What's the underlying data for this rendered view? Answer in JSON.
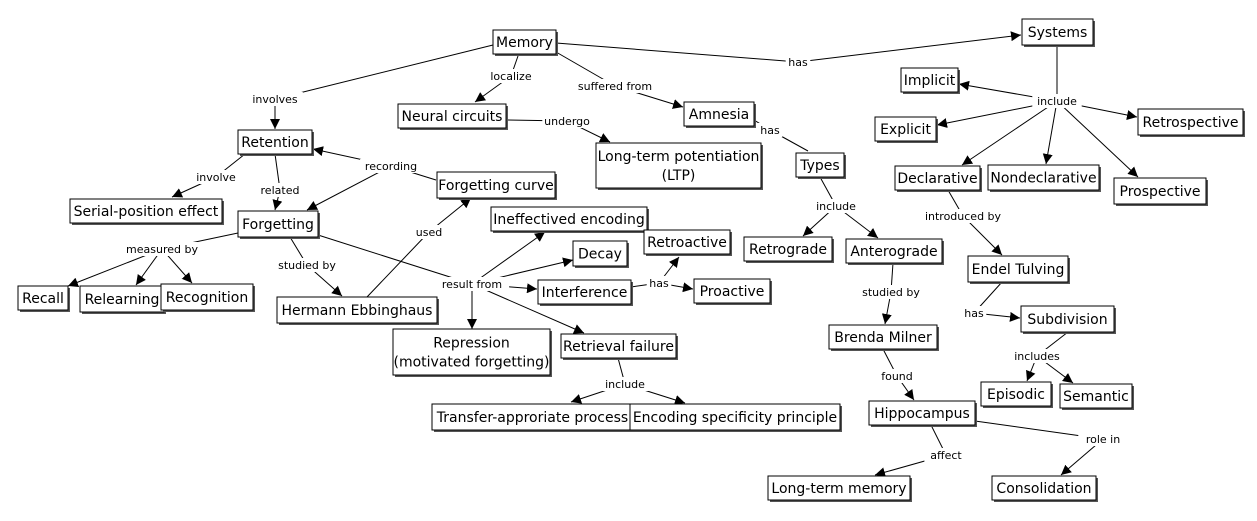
{
  "nodes": [
    {
      "id": "memory",
      "lines": [
        "Memory"
      ]
    },
    {
      "id": "systems",
      "lines": [
        "Systems"
      ]
    },
    {
      "id": "implicit",
      "lines": [
        "Implicit"
      ]
    },
    {
      "id": "explicit",
      "lines": [
        "Explicit"
      ]
    },
    {
      "id": "retrospective",
      "lines": [
        "Retrospective"
      ]
    },
    {
      "id": "declarative",
      "lines": [
        "Declarative"
      ]
    },
    {
      "id": "nondeclarative",
      "lines": [
        "Nondeclarative"
      ]
    },
    {
      "id": "prospective",
      "lines": [
        "Prospective"
      ]
    },
    {
      "id": "endel",
      "lines": [
        "Endel Tulving"
      ]
    },
    {
      "id": "subdivision",
      "lines": [
        "Subdivision"
      ]
    },
    {
      "id": "episodic",
      "lines": [
        "Episodic"
      ]
    },
    {
      "id": "semantic",
      "lines": [
        "Semantic"
      ]
    },
    {
      "id": "neural",
      "lines": [
        "Neural circuits"
      ]
    },
    {
      "id": "ltp",
      "lines": [
        "Long-term potentiation",
        "(LTP)"
      ]
    },
    {
      "id": "amnesia",
      "lines": [
        "Amnesia"
      ]
    },
    {
      "id": "types",
      "lines": [
        "Types"
      ]
    },
    {
      "id": "retrograde",
      "lines": [
        "Retrograde"
      ]
    },
    {
      "id": "anterograde",
      "lines": [
        "Anterograde"
      ]
    },
    {
      "id": "milner",
      "lines": [
        "Brenda Milner"
      ]
    },
    {
      "id": "hippocampus",
      "lines": [
        "Hippocampus"
      ]
    },
    {
      "id": "ltm",
      "lines": [
        "Long-term memory"
      ]
    },
    {
      "id": "consolidation",
      "lines": [
        "Consolidation"
      ]
    },
    {
      "id": "retention",
      "lines": [
        "Retention"
      ]
    },
    {
      "id": "serial",
      "lines": [
        "Serial-position effect"
      ]
    },
    {
      "id": "forgetting",
      "lines": [
        "Forgetting"
      ]
    },
    {
      "id": "curve",
      "lines": [
        "Forgetting curve"
      ]
    },
    {
      "id": "recall",
      "lines": [
        "Recall"
      ]
    },
    {
      "id": "relearning",
      "lines": [
        "Relearning"
      ]
    },
    {
      "id": "recognition",
      "lines": [
        "Recognition"
      ]
    },
    {
      "id": "ebbinghaus",
      "lines": [
        "Hermann Ebbinghaus"
      ]
    },
    {
      "id": "ineff",
      "lines": [
        "Ineffectived encoding"
      ]
    },
    {
      "id": "decay",
      "lines": [
        "Decay"
      ]
    },
    {
      "id": "retroactive",
      "lines": [
        "Retroactive"
      ]
    },
    {
      "id": "interference",
      "lines": [
        "Interference"
      ]
    },
    {
      "id": "proactive",
      "lines": [
        "Proactive"
      ]
    },
    {
      "id": "repression",
      "lines": [
        "Repression",
        "(motivated forgetting)"
      ]
    },
    {
      "id": "retrieval",
      "lines": [
        "Retrieval failure"
      ]
    },
    {
      "id": "transfer",
      "lines": [
        "Transfer-approriate process"
      ]
    },
    {
      "id": "encoding",
      "lines": [
        "Encoding specificity principle"
      ]
    }
  ],
  "links": [
    {
      "id": "l_has1",
      "text": "has"
    },
    {
      "id": "l_involves",
      "text": "involves"
    },
    {
      "id": "l_localize",
      "text": "localize"
    },
    {
      "id": "l_suffered",
      "text": "suffered from"
    },
    {
      "id": "l_undergo",
      "text": "undergo"
    },
    {
      "id": "l_has2",
      "text": "has"
    },
    {
      "id": "l_include1",
      "text": "include"
    },
    {
      "id": "l_include2",
      "text": "include"
    },
    {
      "id": "l_introduced",
      "text": "introduced by"
    },
    {
      "id": "l_has3",
      "text": "has"
    },
    {
      "id": "l_includes",
      "text": "includes"
    },
    {
      "id": "l_studied2",
      "text": "studied by"
    },
    {
      "id": "l_found",
      "text": "found"
    },
    {
      "id": "l_affect",
      "text": "affect"
    },
    {
      "id": "l_role",
      "text": "role in"
    },
    {
      "id": "l_involve",
      "text": "involve"
    },
    {
      "id": "l_related",
      "text": "related"
    },
    {
      "id": "l_recording",
      "text": "recording"
    },
    {
      "id": "l_measured",
      "text": "measured by"
    },
    {
      "id": "l_studied1",
      "text": "studied by"
    },
    {
      "id": "l_used",
      "text": "used"
    },
    {
      "id": "l_result",
      "text": "result from"
    },
    {
      "id": "l_has4",
      "text": "has"
    },
    {
      "id": "l_include3",
      "text": "include"
    }
  ]
}
